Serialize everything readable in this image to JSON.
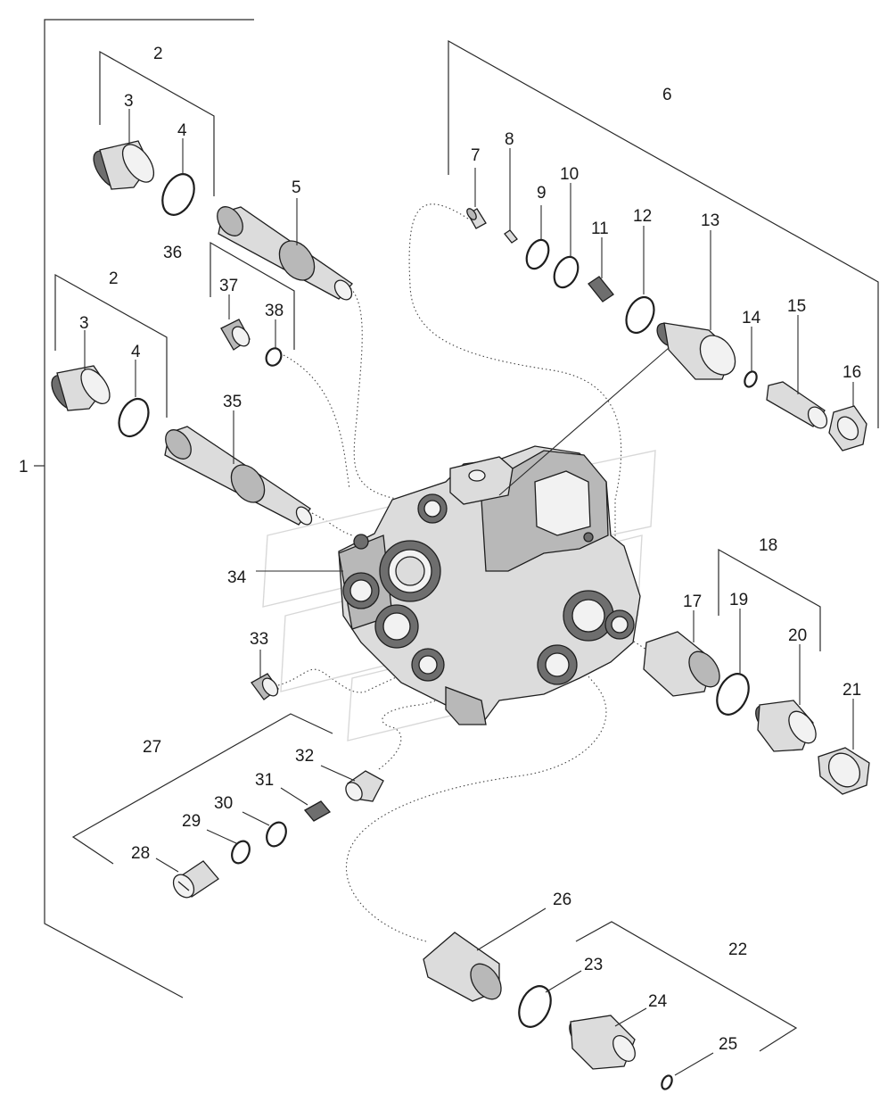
{
  "diagram": {
    "callouts": [
      {
        "id": "c1",
        "text": "1"
      },
      {
        "id": "c2a",
        "text": "2"
      },
      {
        "id": "c3a",
        "text": "3"
      },
      {
        "id": "c4a",
        "text": "4"
      },
      {
        "id": "c5",
        "text": "5"
      },
      {
        "id": "c36",
        "text": "36"
      },
      {
        "id": "c37",
        "text": "37"
      },
      {
        "id": "c38",
        "text": "38"
      },
      {
        "id": "c2b",
        "text": "2"
      },
      {
        "id": "c3b",
        "text": "3"
      },
      {
        "id": "c4b",
        "text": "4"
      },
      {
        "id": "c35",
        "text": "35"
      },
      {
        "id": "c34",
        "text": "34"
      },
      {
        "id": "c33",
        "text": "33"
      },
      {
        "id": "c6",
        "text": "6"
      },
      {
        "id": "c7",
        "text": "7"
      },
      {
        "id": "c8",
        "text": "8"
      },
      {
        "id": "c9",
        "text": "9"
      },
      {
        "id": "c10",
        "text": "10"
      },
      {
        "id": "c11",
        "text": "11"
      },
      {
        "id": "c12",
        "text": "12"
      },
      {
        "id": "c13",
        "text": "13"
      },
      {
        "id": "c14",
        "text": "14"
      },
      {
        "id": "c15",
        "text": "15"
      },
      {
        "id": "c16",
        "text": "16"
      },
      {
        "id": "c17",
        "text": "17"
      },
      {
        "id": "c18",
        "text": "18"
      },
      {
        "id": "c19",
        "text": "19"
      },
      {
        "id": "c20",
        "text": "20"
      },
      {
        "id": "c21",
        "text": "21"
      },
      {
        "id": "c27",
        "text": "27"
      },
      {
        "id": "c28",
        "text": "28"
      },
      {
        "id": "c29",
        "text": "29"
      },
      {
        "id": "c30",
        "text": "30"
      },
      {
        "id": "c31",
        "text": "31"
      },
      {
        "id": "c32",
        "text": "32"
      },
      {
        "id": "c26",
        "text": "26"
      },
      {
        "id": "c22",
        "text": "22"
      },
      {
        "id": "c23",
        "text": "23"
      },
      {
        "id": "c24",
        "text": "24"
      },
      {
        "id": "c25",
        "text": "25"
      }
    ]
  }
}
